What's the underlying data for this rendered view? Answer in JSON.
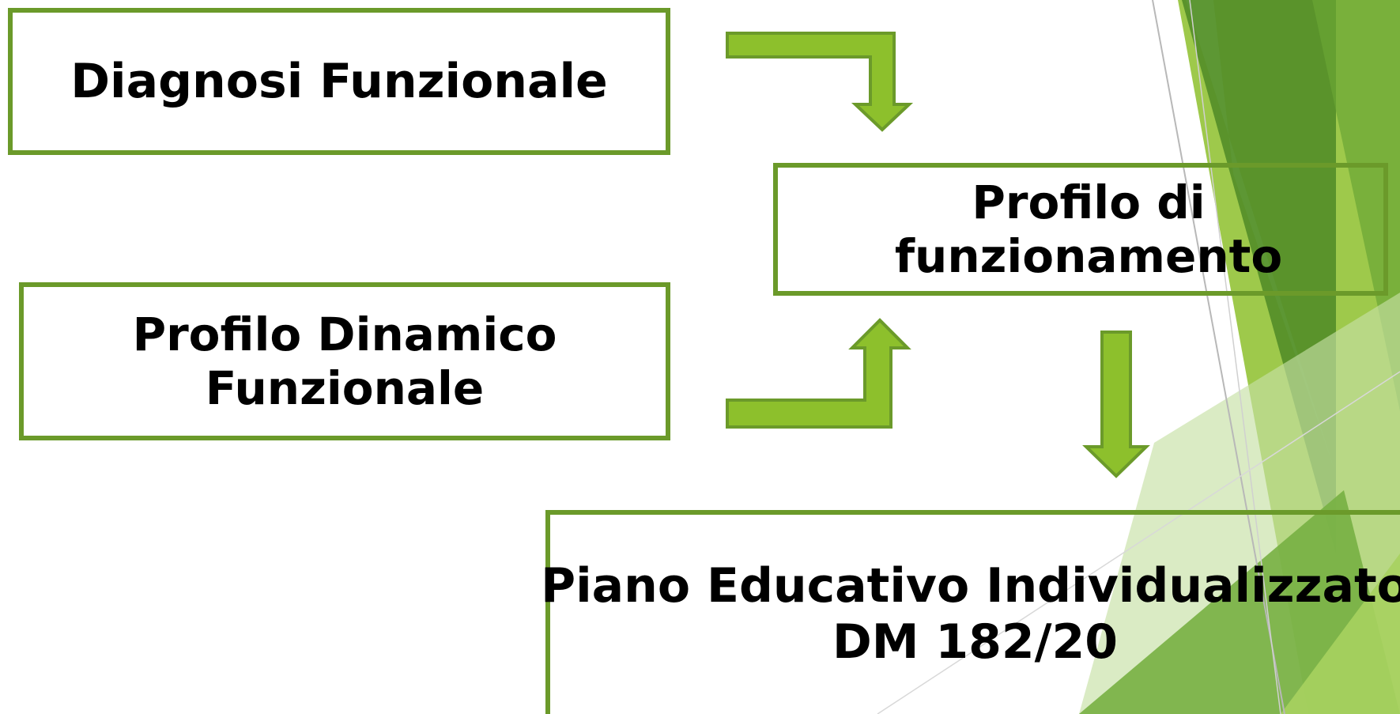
{
  "diagram": {
    "nodes": {
      "diagnosi": {
        "lines": [
          "Diagnosi Funzionale"
        ]
      },
      "profilo_dinamico": {
        "lines": [
          "Profilo Dinamico",
          "Funzionale"
        ]
      },
      "profilo_funzionamento": {
        "lines": [
          "Profilo di",
          "funzionamento"
        ]
      },
      "pei": {
        "lines": [
          "Piano Educativo Individualizzato",
          "DM 182/20"
        ]
      }
    },
    "edges": [
      {
        "from": "Diagnosi Funzionale",
        "to": "Profilo di funzionamento",
        "shape": "bent-arrow-down"
      },
      {
        "from": "Profilo Dinamico Funzionale",
        "to": "Profilo di funzionamento",
        "shape": "bent-arrow-up"
      },
      {
        "from": "Profilo di funzionamento",
        "to": "Piano Educativo Individualizzato DM 182/20",
        "shape": "arrow-down"
      }
    ]
  },
  "colors": {
    "box_border": "#6b9a2a",
    "arrow_fill": "#8dc02c",
    "arrow_stroke": "#6b9a2a",
    "facet_dark": "#4e8a26",
    "facet_mid": "#77b043",
    "facet_light": "#c6e0a4"
  }
}
